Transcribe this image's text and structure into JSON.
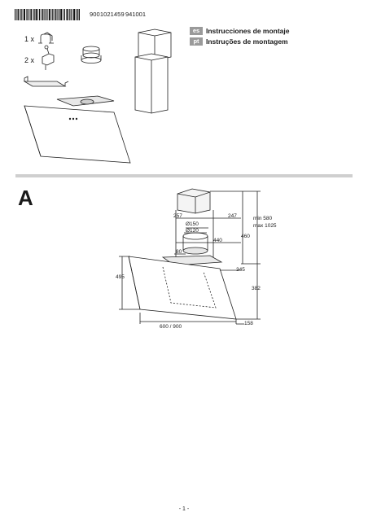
{
  "header": {
    "document_number": "9001021459",
    "document_code": "941001"
  },
  "languages": [
    {
      "code": "es",
      "title": "Instrucciones de montaje"
    },
    {
      "code": "pt",
      "title": "Instruções de montagem"
    }
  ],
  "parts": {
    "bracket_qty": "1 x",
    "screw_clamp_qty": "2 x"
  },
  "section": {
    "letter": "A"
  },
  "dimensions": {
    "chimney_depth": "257",
    "chimney_width": "247",
    "duct_diameter_large": "Ø150",
    "duct_diameter_small": "Ø120",
    "height_min": "min 580",
    "height_max": "max 1025",
    "chimney_height": "460",
    "outlet_offset": "440",
    "collar_height": "80",
    "canopy_depth_mid": "345",
    "canopy_side_height": "495",
    "canopy_front_height": "382",
    "width": "600 / 900",
    "depth_bottom": "158"
  },
  "footer": {
    "page": "- 1 -"
  }
}
